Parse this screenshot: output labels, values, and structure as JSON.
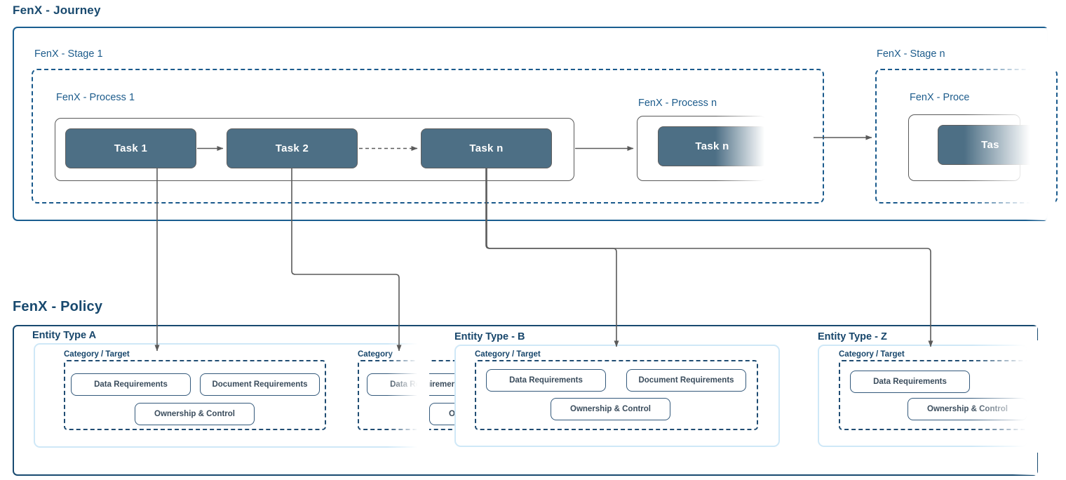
{
  "journey": {
    "title": "FenX - Journey",
    "stages": [
      {
        "label": "FenX - Stage 1",
        "processes": [
          {
            "label": "FenX - Process 1",
            "tasks": [
              "Task 1",
              "Task 2",
              "Task n"
            ]
          },
          {
            "label": "FenX - Process n",
            "tasks": [
              "Task n"
            ]
          }
        ]
      },
      {
        "label": "FenX - Stage n",
        "processes": [
          {
            "label": "FenX - Proce",
            "tasks": [
              "Tas"
            ]
          }
        ]
      }
    ]
  },
  "policy": {
    "title": "FenX - Policy",
    "entities": [
      {
        "label": "Entity Type A",
        "categories": [
          {
            "label": "Category / Target",
            "requirements": [
              "Data Requirements",
              "Document Requirements",
              "Ownership & Control"
            ]
          },
          {
            "label": "Category",
            "requirements": [
              "Data Requirements",
              "Ownership & Control"
            ]
          }
        ]
      },
      {
        "label": "Entity Type - B",
        "categories": [
          {
            "label": "Category / Target",
            "requirements": [
              "Data Requirements",
              "Document Requirements",
              "Ownership & Control"
            ]
          }
        ]
      },
      {
        "label": "Entity Type - Z",
        "categories": [
          {
            "label": "Category / Target",
            "requirements": [
              "Data Requirements",
              "Ownership & Control"
            ]
          }
        ]
      }
    ]
  },
  "colors": {
    "journey_frame": "#1a5e90",
    "policy_frame": "#184a70",
    "stage_dashed": "#1a5a8c",
    "process_border": "#595959",
    "task_fill": "#4d6f85",
    "task_text": "#ffffff",
    "entity_border": "#cfe8f7",
    "category_dashed": "#1f4c72",
    "requirement_border": "#33597b",
    "title_text": "#18496e",
    "connector": "#5a5a5a"
  },
  "connectors": {
    "task_to_task_solid": 2,
    "task_to_task_dashed": 1,
    "process_to_process": 2,
    "journey_to_policy": 4
  }
}
